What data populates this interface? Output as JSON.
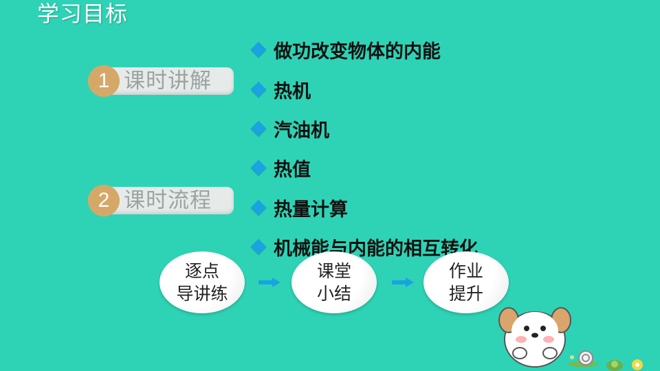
{
  "header": {
    "title": "学习目标"
  },
  "tabs": [
    {
      "num": "1",
      "label": "课时讲解"
    },
    {
      "num": "2",
      "label": "课时流程"
    }
  ],
  "objectives": [
    "做功改变物体的内能",
    "热机",
    "汽油机",
    "热值",
    "热量计算",
    "机械能与内能的相互转化"
  ],
  "flow": [
    {
      "line1": "逐点",
      "line2": "导讲练"
    },
    {
      "line1": "课堂",
      "line2": "小结"
    },
    {
      "line1": "作业",
      "line2": "提升"
    }
  ],
  "colors": {
    "background": "#2ed3b5",
    "bullet": "#19a3e0",
    "number_badge": "#d6a868",
    "tab_bg": "#e6ebe9"
  }
}
